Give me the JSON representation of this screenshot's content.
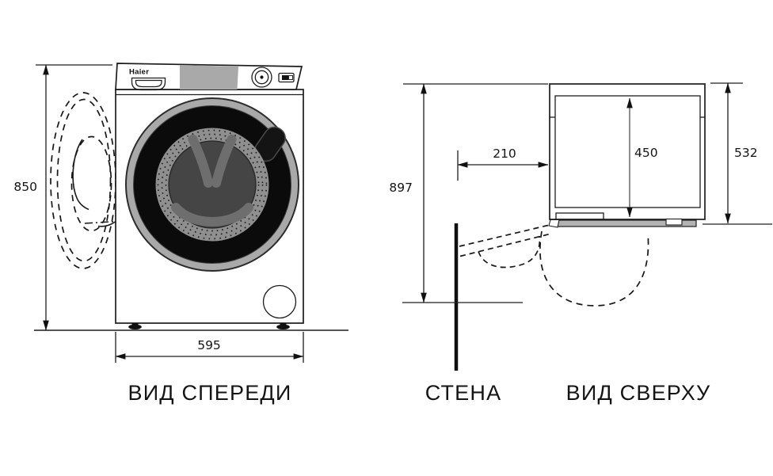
{
  "brand_logo": "Haier",
  "front_view": {
    "label": "ВИД СПЕРЕДИ",
    "height": "850",
    "width": "595"
  },
  "top_view": {
    "label": "ВИД СВЕРХУ",
    "wall_label": "СТЕНА",
    "depth_total_with_open_door": "897",
    "wall_clearance": "210",
    "body_depth": "450",
    "depth_with_door": "532"
  },
  "colors": {
    "background": "#ffffff",
    "line": "#1d1d1d",
    "control_panel_gray": "#a9a9a9",
    "door_ring_gray": "#a9a9a9",
    "drum_ring_gray": "#8f8f8f",
    "drum_face_gray": "#454545",
    "paddle_gray": "#6e6e6e",
    "door_glass_black": "#0b0b0b",
    "top_view_door_gray": "#b3b3b3"
  }
}
